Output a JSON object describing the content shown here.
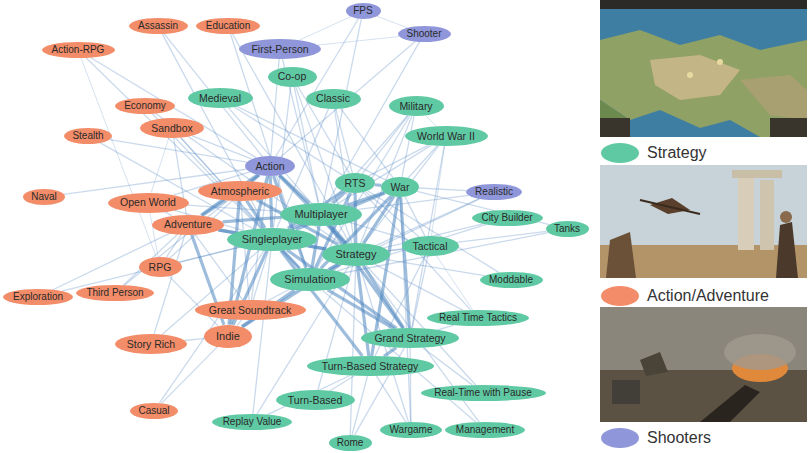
{
  "diagram": {
    "nodes": [
      {
        "text": [
          "FPS"
        ]
      },
      {
        "text": [
          "Assassin"
        ]
      },
      {
        "text": [
          "Education"
        ]
      },
      {
        "text": [
          "Shooter"
        ]
      },
      {
        "text": [
          "First-Person"
        ]
      },
      {
        "text": [
          "Action-RPG"
        ]
      },
      {
        "text": [
          "Classic"
        ]
      },
      {
        "text": [
          "Co-op"
        ]
      },
      {
        "text": [
          "Medieval"
        ]
      },
      {
        "text": [
          "Military"
        ]
      },
      {
        "text": [
          "Economy"
        ]
      },
      {
        "text": [
          "Sandbox"
        ]
      },
      {
        "text": [
          "Stealth"
        ]
      },
      {
        "text": [
          "World War II"
        ]
      },
      {
        "text": [
          "Action"
        ]
      },
      {
        "text": [
          "RTS"
        ]
      },
      {
        "text": [
          "War"
        ]
      },
      {
        "text": [
          "Atmospheric"
        ]
      },
      {
        "text": [
          "Realistic"
        ]
      },
      {
        "text": [
          "Naval"
        ]
      },
      {
        "text": [
          "Open World"
        ]
      },
      {
        "text": [
          "Adventure"
        ]
      },
      {
        "text": [
          "Multiplayer"
        ]
      },
      {
        "text": [
          "City Builder"
        ]
      },
      {
        "text": [
          "Singleplayer"
        ]
      },
      {
        "text": [
          "Tanks"
        ]
      },
      {
        "text": [
          "Strategy"
        ]
      },
      {
        "text": [
          "Tactical"
        ]
      },
      {
        "text": [
          "RPG"
        ]
      },
      {
        "text": [
          "Simulation"
        ]
      },
      {
        "text": [
          "Moddable"
        ]
      },
      {
        "text": [
          "Great Soundtrack"
        ]
      },
      {
        "text": [
          "Third Person"
        ]
      },
      {
        "text": [
          "Exploration"
        ]
      },
      {
        "text": [
          "Real Time Tactics"
        ]
      },
      {
        "text": [
          "Indie"
        ]
      },
      {
        "text": [
          "Grand Strategy"
        ]
      },
      {
        "text": [
          "Story Rich"
        ]
      },
      {
        "text": [
          "Turn-Based Strategy"
        ]
      },
      {
        "text": [
          "Real-Time with Pause"
        ]
      },
      {
        "text": [
          "Turn-Based"
        ]
      },
      {
        "text": [
          "Casual"
        ]
      },
      {
        "text": [
          "Replay Value"
        ]
      },
      {
        "text": [
          "Management"
        ]
      },
      {
        "text": [
          "Wargame"
        ]
      },
      {
        "text": [
          "Rome"
        ]
      }
    ],
    "edges": [
      {
        "from": 26,
        "to": 15,
        "arrow": "none"
      },
      {
        "from": 26,
        "to": 16,
        "arrow": "none"
      },
      {
        "from": 26,
        "to": 22,
        "arrow": "none"
      },
      {
        "from": 26,
        "to": 24,
        "arrow": "none"
      },
      {
        "from": 26,
        "to": 29,
        "arrow": "none"
      },
      {
        "from": 26,
        "to": 27,
        "arrow": "none"
      },
      {
        "from": 26,
        "to": 36,
        "arrow": "none"
      },
      {
        "from": 26,
        "to": 38,
        "arrow": "none"
      },
      {
        "from": 26,
        "to": 14,
        "arrow": "none"
      },
      {
        "from": 26,
        "to": 9,
        "arrow": "none"
      },
      {
        "from": 26,
        "to": 13,
        "arrow": "none"
      },
      {
        "from": 26,
        "to": 6,
        "arrow": "none"
      },
      {
        "from": 26,
        "to": 8,
        "arrow": "none"
      },
      {
        "from": 26,
        "to": 21,
        "arrow": "none"
      },
      {
        "from": 26,
        "to": 17,
        "arrow": "none"
      },
      {
        "from": 26,
        "to": 35,
        "arrow": "none"
      },
      {
        "from": 26,
        "to": 30,
        "arrow": "none"
      },
      {
        "from": 26,
        "to": 23,
        "arrow": "none"
      },
      {
        "from": 26,
        "to": 44,
        "arrow": "none"
      },
      {
        "from": 26,
        "to": 40,
        "arrow": "none"
      },
      {
        "from": 26,
        "to": 34,
        "arrow": "none"
      },
      {
        "from": 26,
        "to": 39,
        "arrow": "none"
      },
      {
        "from": 26,
        "to": 43,
        "arrow": "none"
      },
      {
        "from": 26,
        "to": 45,
        "arrow": "none"
      },
      {
        "from": 26,
        "to": 18,
        "arrow": "none"
      },
      {
        "from": 26,
        "to": 25,
        "arrow": "none"
      },
      {
        "from": 26,
        "to": 7,
        "arrow": "none"
      },
      {
        "from": 26,
        "to": 31,
        "arrow": "none"
      },
      {
        "from": 26,
        "to": 42,
        "arrow": "none"
      },
      {
        "from": 26,
        "to": 10,
        "arrow": "none"
      },
      {
        "from": 26,
        "to": 2,
        "arrow": "none"
      },
      {
        "from": 24,
        "to": 22,
        "arrow": "none"
      },
      {
        "from": 24,
        "to": 29,
        "arrow": "none"
      },
      {
        "from": 24,
        "to": 21,
        "arrow": "none"
      },
      {
        "from": 24,
        "to": 14,
        "arrow": "none"
      },
      {
        "from": 24,
        "to": 17,
        "arrow": "none"
      },
      {
        "from": 24,
        "to": 35,
        "arrow": "none"
      },
      {
        "from": 24,
        "to": 31,
        "arrow": "none"
      },
      {
        "from": 24,
        "to": 28,
        "arrow": "none"
      },
      {
        "from": 24,
        "to": 37,
        "arrow": "none"
      },
      {
        "from": 24,
        "to": 20,
        "arrow": "none"
      },
      {
        "from": 24,
        "to": 11,
        "arrow": "none"
      },
      {
        "from": 24,
        "to": 7,
        "arrow": "none"
      },
      {
        "from": 24,
        "to": 6,
        "arrow": "none"
      },
      {
        "from": 24,
        "to": 15,
        "arrow": "none"
      },
      {
        "from": 24,
        "to": 16,
        "arrow": "none"
      },
      {
        "from": 24,
        "to": 38,
        "arrow": "none"
      },
      {
        "from": 24,
        "to": 36,
        "arrow": "none"
      },
      {
        "from": 24,
        "to": 42,
        "arrow": "none"
      },
      {
        "from": 24,
        "to": 41,
        "arrow": "none"
      },
      {
        "from": 24,
        "to": 12,
        "arrow": "none"
      },
      {
        "from": 24,
        "to": 1,
        "arrow": "none"
      },
      {
        "from": 24,
        "to": 5,
        "arrow": "none"
      },
      {
        "from": 24,
        "to": 33,
        "arrow": "none"
      },
      {
        "from": 22,
        "to": 14,
        "arrow": "none"
      },
      {
        "from": 22,
        "to": 29,
        "arrow": "none"
      },
      {
        "from": 22,
        "to": 15,
        "arrow": "none"
      },
      {
        "from": 22,
        "to": 16,
        "arrow": "none"
      },
      {
        "from": 22,
        "to": 7,
        "arrow": "none"
      },
      {
        "from": 22,
        "to": 0,
        "arrow": "none"
      },
      {
        "from": 22,
        "to": 3,
        "arrow": "none"
      },
      {
        "from": 22,
        "to": 4,
        "arrow": "none"
      },
      {
        "from": 22,
        "to": 9,
        "arrow": "none"
      },
      {
        "from": 22,
        "to": 13,
        "arrow": "none"
      },
      {
        "from": 22,
        "to": 18,
        "arrow": "none"
      },
      {
        "from": 22,
        "to": 27,
        "arrow": "none"
      },
      {
        "from": 22,
        "to": 36,
        "arrow": "none"
      },
      {
        "from": 22,
        "to": 21,
        "arrow": "none"
      },
      {
        "from": 22,
        "to": 20,
        "arrow": "none"
      },
      {
        "from": 14,
        "to": 21,
        "arrow": "none"
      },
      {
        "from": 14,
        "to": 17,
        "arrow": "none"
      },
      {
        "from": 14,
        "to": 20,
        "arrow": "none"
      },
      {
        "from": 14,
        "to": 11,
        "arrow": "none"
      },
      {
        "from": 14,
        "to": 0,
        "arrow": "none"
      },
      {
        "from": 14,
        "to": 3,
        "arrow": "none"
      },
      {
        "from": 14,
        "to": 4,
        "arrow": "none"
      },
      {
        "from": 14,
        "to": 28,
        "arrow": "none"
      },
      {
        "from": 14,
        "to": 29,
        "arrow": "none"
      },
      {
        "from": 14,
        "to": 31,
        "arrow": "none"
      },
      {
        "from": 14,
        "to": 35,
        "arrow": "none"
      },
      {
        "from": 14,
        "to": 12,
        "arrow": "none"
      },
      {
        "from": 14,
        "to": 1,
        "arrow": "none"
      },
      {
        "from": 14,
        "to": 5,
        "arrow": "none"
      },
      {
        "from": 14,
        "to": 32,
        "arrow": "none"
      },
      {
        "from": 14,
        "to": 19,
        "arrow": "none"
      },
      {
        "from": 29,
        "to": 15,
        "arrow": "none"
      },
      {
        "from": 29,
        "to": 16,
        "arrow": "none"
      },
      {
        "from": 29,
        "to": 35,
        "arrow": "none"
      },
      {
        "from": 29,
        "to": 11,
        "arrow": "none"
      },
      {
        "from": 29,
        "to": 23,
        "arrow": "none"
      },
      {
        "from": 29,
        "to": 43,
        "arrow": "none"
      },
      {
        "from": 29,
        "to": 10,
        "arrow": "none"
      },
      {
        "from": 29,
        "to": 18,
        "arrow": "none"
      },
      {
        "from": 29,
        "to": 9,
        "arrow": "none"
      },
      {
        "from": 29,
        "to": 25,
        "arrow": "none"
      },
      {
        "from": 29,
        "to": 2,
        "arrow": "none"
      },
      {
        "from": 29,
        "to": 36,
        "arrow": "none"
      },
      {
        "from": 16,
        "to": 15,
        "arrow": "none"
      },
      {
        "from": 16,
        "to": 9,
        "arrow": "none"
      },
      {
        "from": 16,
        "to": 13,
        "arrow": "none"
      },
      {
        "from": 16,
        "to": 27,
        "arrow": "none"
      },
      {
        "from": 16,
        "to": 36,
        "arrow": "none"
      },
      {
        "from": 16,
        "to": 38,
        "arrow": "none"
      },
      {
        "from": 16,
        "to": 18,
        "arrow": "none"
      },
      {
        "from": 16,
        "to": 25,
        "arrow": "none"
      },
      {
        "from": 16,
        "to": 44,
        "arrow": "none"
      },
      {
        "from": 16,
        "to": 6,
        "arrow": "none"
      },
      {
        "from": 16,
        "to": 8,
        "arrow": "none"
      },
      {
        "from": 15,
        "to": 9,
        "arrow": "none"
      },
      {
        "from": 15,
        "to": 13,
        "arrow": "none"
      },
      {
        "from": 15,
        "to": 27,
        "arrow": "none"
      },
      {
        "from": 15,
        "to": 6,
        "arrow": "none"
      },
      {
        "from": 15,
        "to": 8,
        "arrow": "none"
      },
      {
        "from": 15,
        "to": 34,
        "arrow": "none"
      },
      {
        "from": 15,
        "to": 7,
        "arrow": "none"
      },
      {
        "from": 15,
        "to": 30,
        "arrow": "none"
      },
      {
        "from": 21,
        "to": 17,
        "arrow": "none"
      },
      {
        "from": 21,
        "to": 20,
        "arrow": "none"
      },
      {
        "from": 21,
        "to": 28,
        "arrow": "none"
      },
      {
        "from": 21,
        "to": 35,
        "arrow": "none"
      },
      {
        "from": 21,
        "to": 37,
        "arrow": "none"
      },
      {
        "from": 21,
        "to": 31,
        "arrow": "none"
      },
      {
        "from": 21,
        "to": 33,
        "arrow": "none"
      },
      {
        "from": 21,
        "to": 32,
        "arrow": "none"
      },
      {
        "from": 21,
        "to": 11,
        "arrow": "none"
      },
      {
        "from": 35,
        "to": 17,
        "arrow": "none"
      },
      {
        "from": 35,
        "to": 31,
        "arrow": "none"
      },
      {
        "from": 35,
        "to": 37,
        "arrow": "none"
      },
      {
        "from": 35,
        "to": 41,
        "arrow": "none"
      },
      {
        "from": 35,
        "to": 28,
        "arrow": "none"
      },
      {
        "from": 38,
        "to": 40,
        "arrow": "none"
      },
      {
        "from": 38,
        "to": 36,
        "arrow": "none"
      },
      {
        "from": 38,
        "to": 44,
        "arrow": "none"
      },
      {
        "from": 38,
        "to": 42,
        "arrow": "none"
      },
      {
        "from": 38,
        "to": 45,
        "arrow": "none"
      },
      {
        "from": 38,
        "to": 27,
        "arrow": "none"
      },
      {
        "from": 36,
        "to": 39,
        "arrow": "none"
      },
      {
        "from": 36,
        "to": 13,
        "arrow": "none"
      },
      {
        "from": 36,
        "to": 44,
        "arrow": "none"
      },
      {
        "from": 36,
        "to": 45,
        "arrow": "none"
      },
      {
        "from": 36,
        "to": 27,
        "arrow": "none"
      },
      {
        "from": 36,
        "to": 34,
        "arrow": "none"
      },
      {
        "from": 9,
        "to": 13,
        "arrow": "none"
      },
      {
        "from": 0,
        "to": 3,
        "arrow": "none"
      },
      {
        "from": 0,
        "to": 4,
        "arrow": "none"
      },
      {
        "from": 4,
        "to": 3,
        "arrow": "none"
      },
      {
        "from": 27,
        "to": 34,
        "arrow": "none"
      },
      {
        "from": 27,
        "to": 13,
        "arrow": "none"
      },
      {
        "from": 17,
        "to": 31,
        "arrow": "none"
      },
      {
        "from": 20,
        "to": 11,
        "arrow": "none"
      },
      {
        "from": 28,
        "to": 20,
        "arrow": "none"
      },
      {
        "from": 28,
        "to": 5,
        "arrow": "none"
      }
    ],
    "legend": [
      {
        "text": "Strategy",
        "color": "#5fc9a3"
      },
      {
        "text": "Action/Adventure",
        "color": "#f38c68"
      },
      {
        "text": "Shooters",
        "color": "#8f96d9"
      }
    ]
  }
}
